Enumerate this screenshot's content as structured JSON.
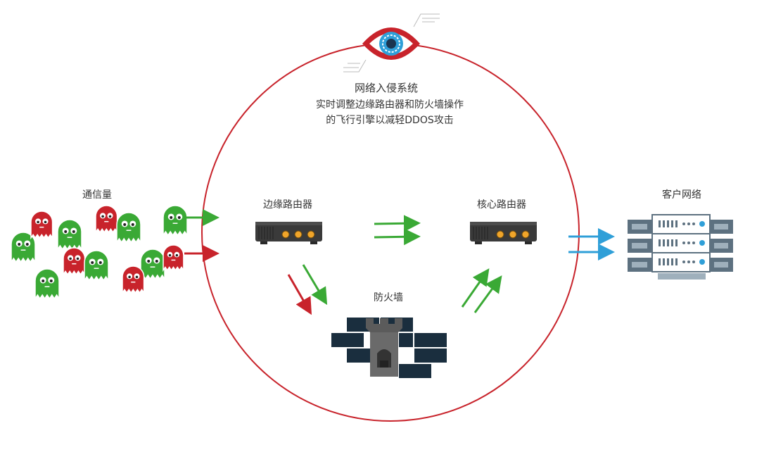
{
  "ids": {
    "title": "网络入侵系统",
    "line1": "实时调整边缘路由器和防火墙操作",
    "line2": "的飞行引擎以减轻DDOS攻击"
  },
  "labels": {
    "traffic": "通信量",
    "edge_router": "边缘路由器",
    "core_router": "核心路由器",
    "firewall": "防火墙",
    "customer_network": "客户网络"
  },
  "colors": {
    "circle": "#c8232b",
    "good": "#3aa935",
    "bad": "#c8232b",
    "clean": "#2f9fd8",
    "router_body": "#3a3a3a",
    "router_led": "#f0a52a",
    "wall": "#1a2e3e",
    "castle": "#5b5b5b",
    "server": "#5d7180"
  },
  "ghosts": [
    {
      "color": "good"
    },
    {
      "color": "bad"
    },
    {
      "color": "good"
    },
    {
      "color": "bad"
    },
    {
      "color": "good"
    },
    {
      "color": "good"
    },
    {
      "color": "bad"
    },
    {
      "color": "good"
    },
    {
      "color": "good"
    },
    {
      "color": "bad"
    },
    {
      "color": "good"
    },
    {
      "color": "bad"
    }
  ]
}
